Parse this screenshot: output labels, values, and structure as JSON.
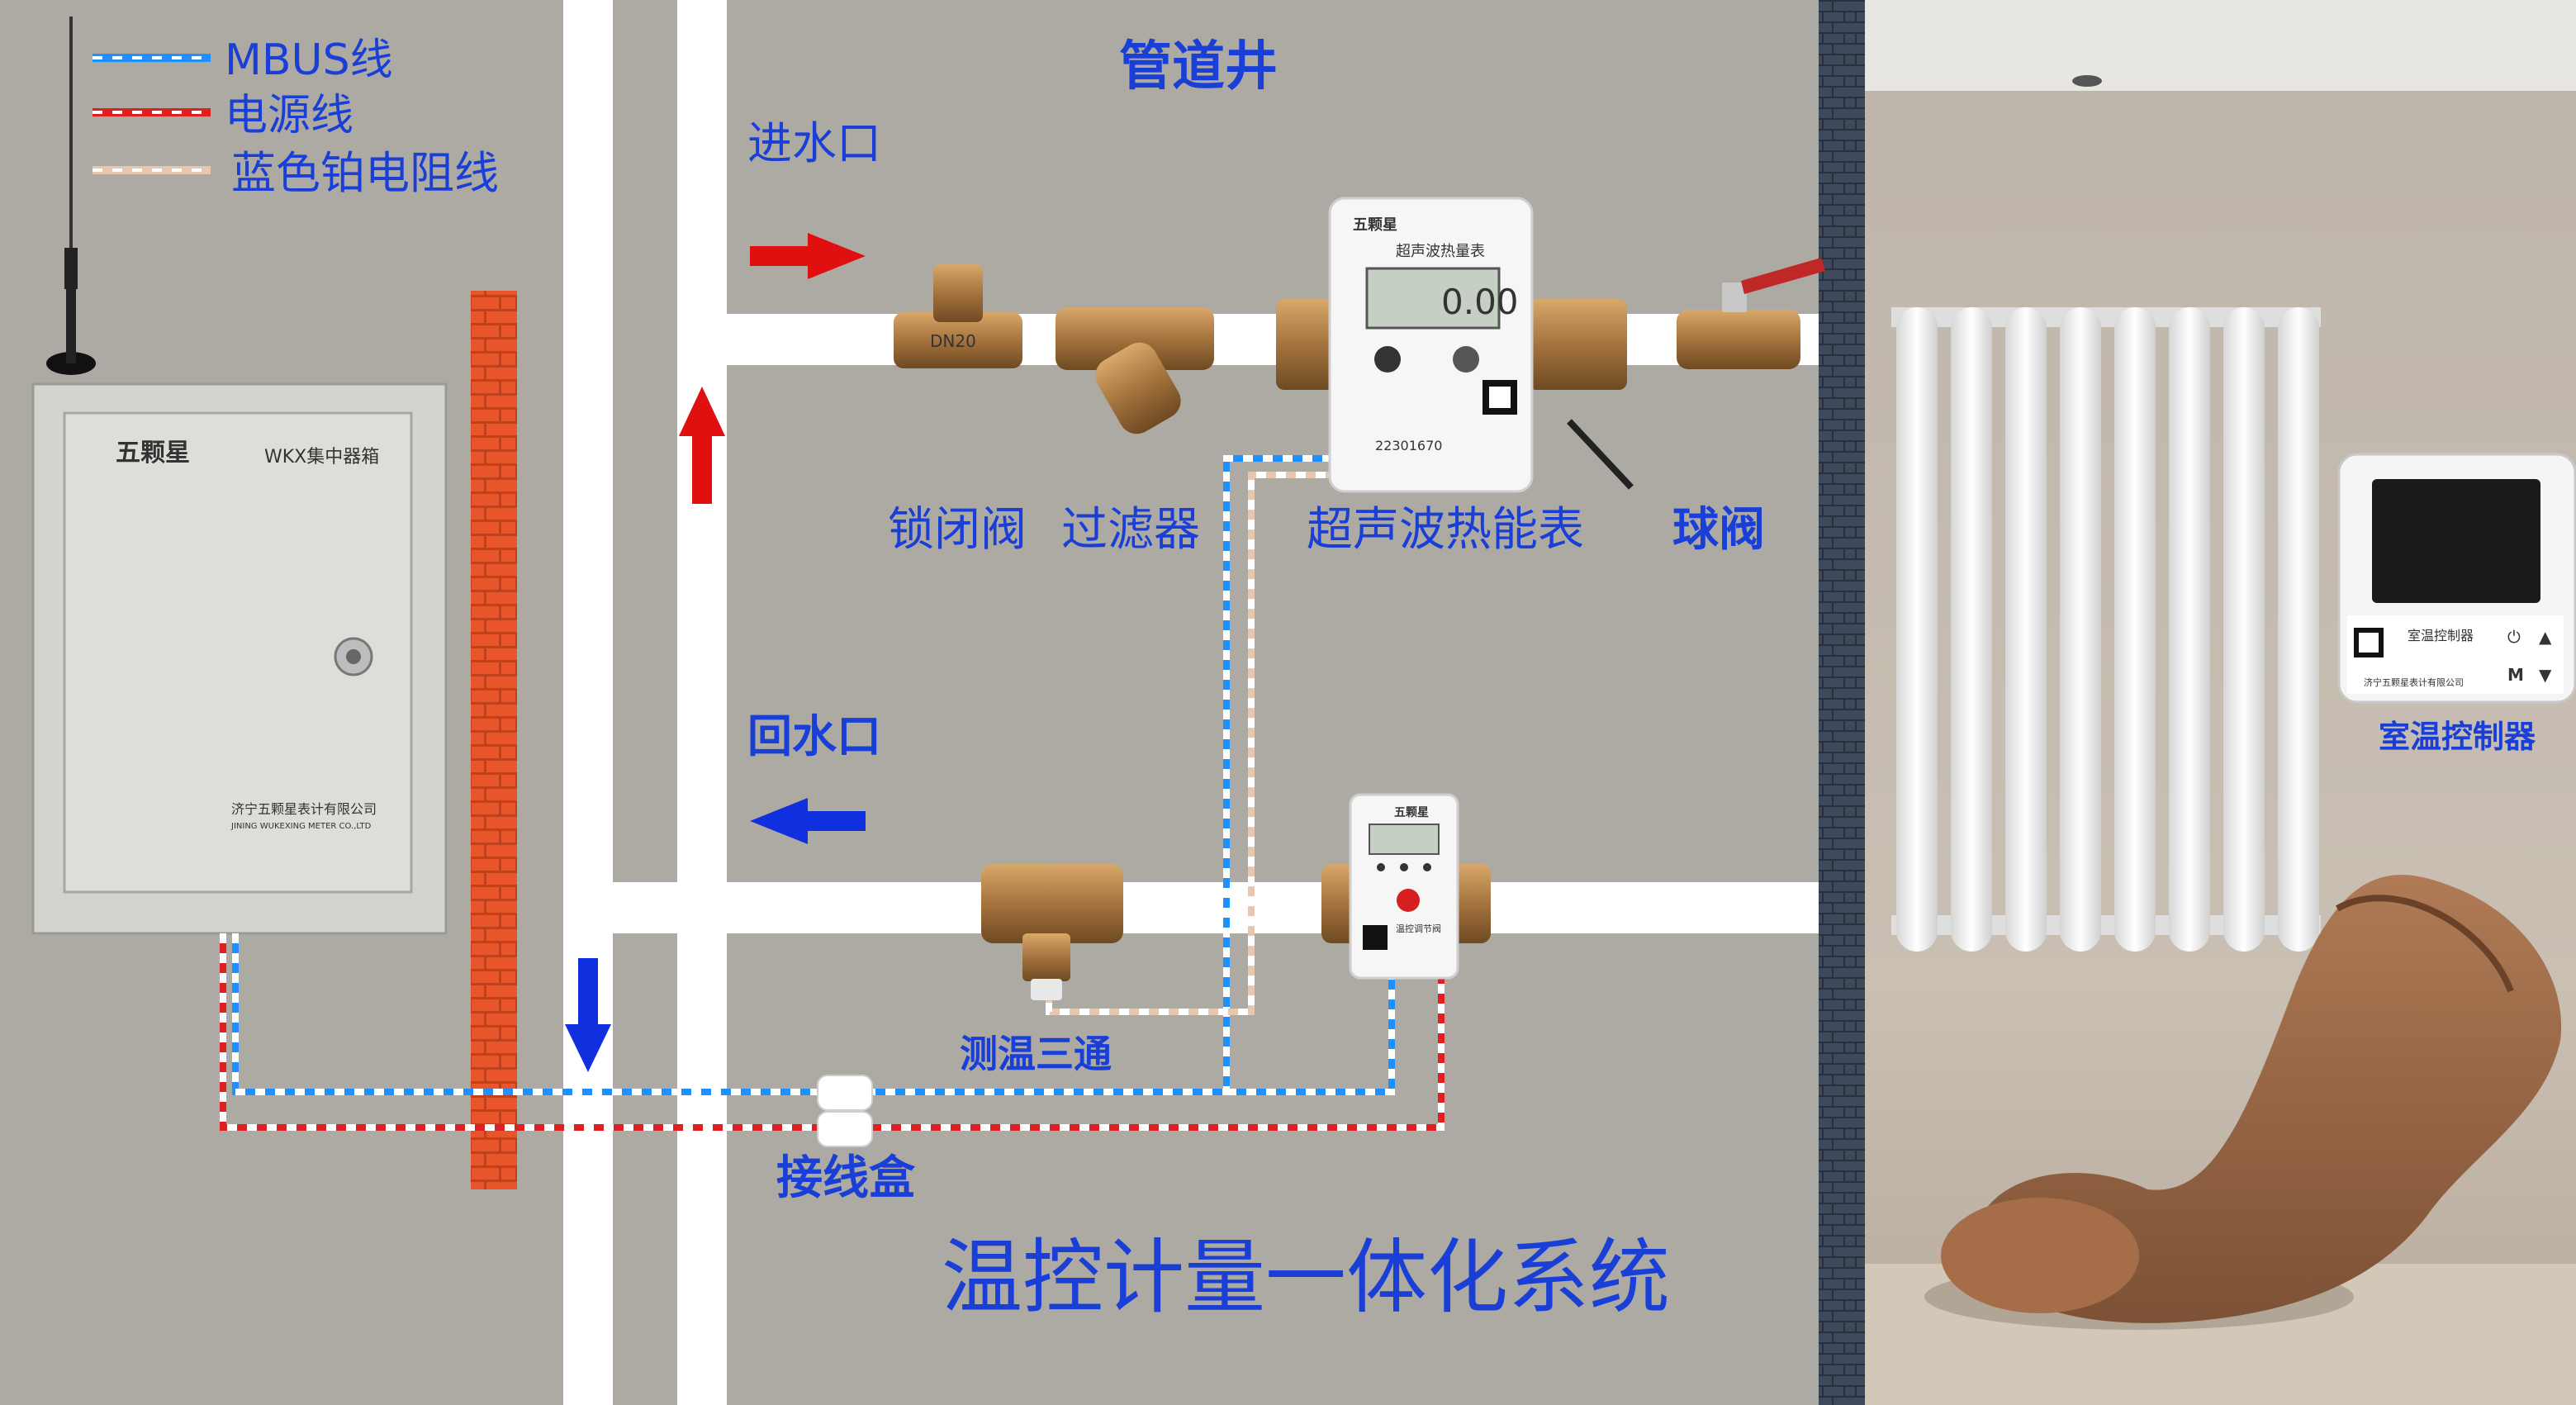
{
  "legend": {
    "items": [
      {
        "label": "MBUS线",
        "color": "#1e90ff"
      },
      {
        "label": "电源线",
        "color": "#e02020"
      },
      {
        "label": "蓝色铂电阻线",
        "color": "#e8c7b0"
      }
    ]
  },
  "shaft_label": "管道井",
  "inlet_label": "进水口",
  "return_label": "回水口",
  "components": {
    "lock_valve": "锁闭阀",
    "filter": "过滤器",
    "heat_meter": "超声波热能表",
    "ball_valve": "球阀",
    "temp_tee": "测温三通",
    "junction_box": "接线盒",
    "room_controller": "室温控制器"
  },
  "collector_box": {
    "brand": "五颗星",
    "model": "WKX集中器箱",
    "company": "济宁五颗星表计有限公司",
    "company_en": "JINING WUKEXING METER CO.,LTD"
  },
  "heat_meter_device": {
    "brand": "五颗星",
    "title": "超声波热量表",
    "display": "0.00",
    "serial": "22301670"
  },
  "valve_device": {
    "brand": "五颗星",
    "title": "温控调节阀"
  },
  "controller_device": {
    "title": "室温控制器",
    "company": "济宁五颗星表计有限公司",
    "btn_power": "⏻",
    "btn_up": "▲",
    "btn_mode": "M",
    "btn_down": "▼"
  },
  "lock_valve_marking": "DN20",
  "system_title": "温控计量一体化系统"
}
